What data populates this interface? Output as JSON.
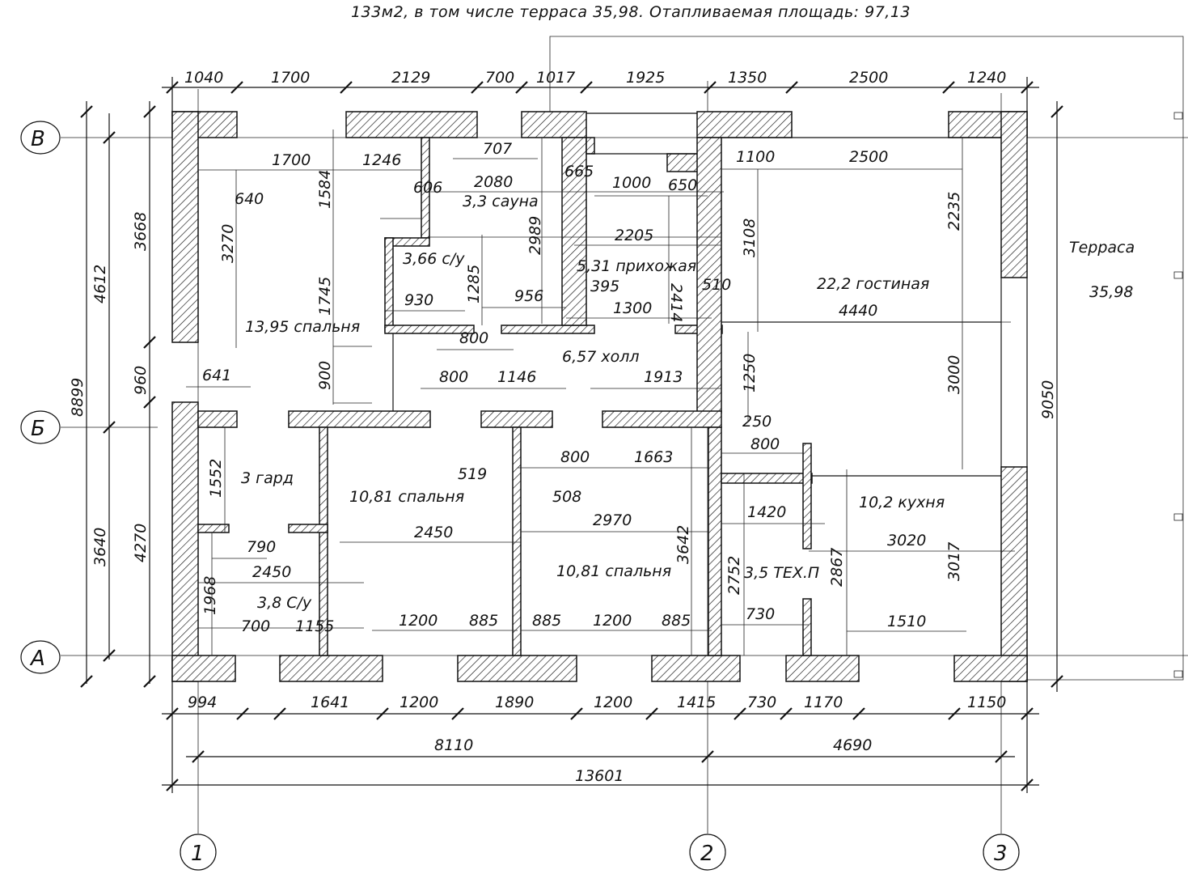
{
  "title": "133м2, в том числе терраса 35,98. Отапливаемая площадь: 97,13",
  "axes": {
    "rows": [
      "В",
      "Б",
      "А"
    ],
    "columns": [
      "1",
      "2",
      "3"
    ]
  },
  "top_dimensions": [
    "1040",
    "1700",
    "2129",
    "700",
    "1017",
    "1925",
    "1350",
    "2500",
    "1240"
  ],
  "bottom_dimensions": {
    "row1": [
      "994",
      "1641",
      "1200",
      "1890",
      "1200",
      "1415",
      "730",
      "1170",
      "1150"
    ],
    "row2": [
      "8110",
      "4690"
    ],
    "row3": [
      "13601"
    ]
  },
  "left_dimensions": {
    "outer": "8899",
    "middle": [
      "4612",
      "3640"
    ],
    "inner": [
      "3668",
      "960",
      "4270"
    ]
  },
  "right_dimensions": {
    "overall": "9050"
  },
  "rooms": [
    {
      "id": "bedroom-1",
      "label": "13,95 спальня"
    },
    {
      "id": "sauna",
      "label": "3,3 сауна"
    },
    {
      "id": "bathroom-1",
      "label": "3,66 с/у"
    },
    {
      "id": "entrance",
      "label": "5,31 прихожая"
    },
    {
      "id": "living-room",
      "label": "22,2 гостиная"
    },
    {
      "id": "hall",
      "label": "6,57 холл"
    },
    {
      "id": "wardrobe",
      "label": "3 гард"
    },
    {
      "id": "bedroom-2",
      "label": "10,81 спальня"
    },
    {
      "id": "bedroom-3",
      "label": "10,81 спальня"
    },
    {
      "id": "bathroom-2",
      "label": "3,8 С/у"
    },
    {
      "id": "tech-room",
      "label": "3,5 ТЕХ.П"
    },
    {
      "id": "kitchen",
      "label": "10,2 кухня"
    },
    {
      "id": "terrace",
      "label": "Терраса"
    },
    {
      "id": "terrace-area",
      "label": "35,98"
    }
  ],
  "interior_dimensions": [
    "1700",
    "1246",
    "640",
    "3270",
    "1584",
    "1745",
    "606",
    "707",
    "2080",
    "2989",
    "665",
    "1000",
    "650",
    "2205",
    "2414",
    "395",
    "1300",
    "510",
    "3108",
    "1100",
    "2500",
    "2235",
    "4440",
    "930",
    "1285",
    "956",
    "800",
    "641",
    "900",
    "800",
    "1146",
    "1913",
    "1250",
    "3000",
    "250",
    "800",
    "1552",
    "519",
    "800",
    "1663",
    "508",
    "2970",
    "1420",
    "3020",
    "2450",
    "790",
    "2450",
    "3642",
    "2752",
    "2867",
    "3017",
    "1968",
    "700",
    "1155",
    "1200",
    "885",
    "885",
    "1200",
    "885",
    "730",
    "1510"
  ]
}
